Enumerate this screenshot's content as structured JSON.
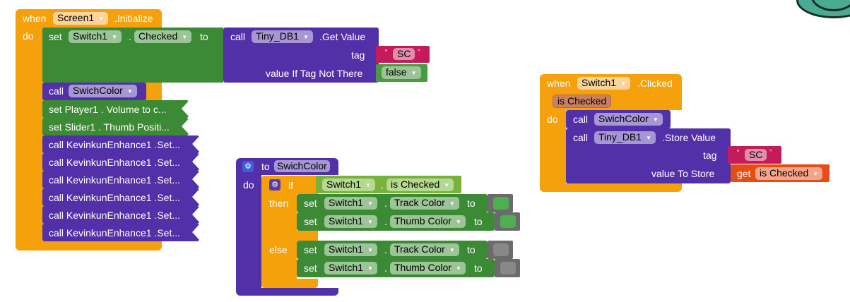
{
  "screen_init": {
    "when": "when",
    "component": "Screen1",
    "event": ".Initialize",
    "do": "do",
    "set_checked": {
      "set": "set",
      "component": "Switch1",
      "dot": ".",
      "property": "Checked",
      "to": "to"
    },
    "get_value": {
      "call": "call",
      "component": "Tiny_DB1",
      "method": ".Get Value",
      "tag_label": "tag",
      "tag_value": "SC",
      "default_label": "value If Tag Not There",
      "default_value": "false"
    },
    "call_swichcolor": {
      "call": "call",
      "procedure": "SwichColor"
    },
    "collapsed": [
      "set Player1 . Volume  to c...",
      "set Slider1 . Thumb Positi...",
      "call KevinkunEnhance1 .Set...",
      "call KevinkunEnhance1 .Set...",
      "call KevinkunEnhance1 .Set...",
      "call KevinkunEnhance1 .Set...",
      "call KevinkunEnhance1 .Set...",
      "call KevinkunEnhance1 .Set..."
    ]
  },
  "procedure": {
    "to": "to",
    "name": "SwichColor",
    "do": "do",
    "if": "if",
    "then": "then",
    "else": "else",
    "condition": {
      "component": "Switch1",
      "dot": ".",
      "property": "is Checked"
    },
    "then_rows": [
      {
        "set": "set",
        "component": "Switch1",
        "dot": ".",
        "property": "Track Color",
        "to": "to",
        "color": "#4caf50"
      },
      {
        "set": "set",
        "component": "Switch1",
        "dot": ".",
        "property": "Thumb Color",
        "to": "to",
        "color": "#4caf50"
      }
    ],
    "else_rows": [
      {
        "set": "set",
        "component": "Switch1",
        "dot": ".",
        "property": "Track Color",
        "to": "to",
        "color": "#888888"
      },
      {
        "set": "set",
        "component": "Switch1",
        "dot": ".",
        "property": "Thumb Color",
        "to": "to",
        "color": "#888888"
      }
    ]
  },
  "switch_clicked": {
    "when": "when",
    "component": "Switch1",
    "event": ".Clicked",
    "param": "is Checked",
    "do": "do",
    "call_swichcolor": {
      "call": "call",
      "procedure": "SwichColor"
    },
    "store_value": {
      "call": "call",
      "component": "Tiny_DB1",
      "method": ".Store Value",
      "tag_label": "tag",
      "tag_value": "SC",
      "value_label": "value To Store",
      "get": "get",
      "get_var": "is Checked"
    }
  },
  "quote_open": "“",
  "quote_close": "”",
  "dropdown_glyph": "▼"
}
